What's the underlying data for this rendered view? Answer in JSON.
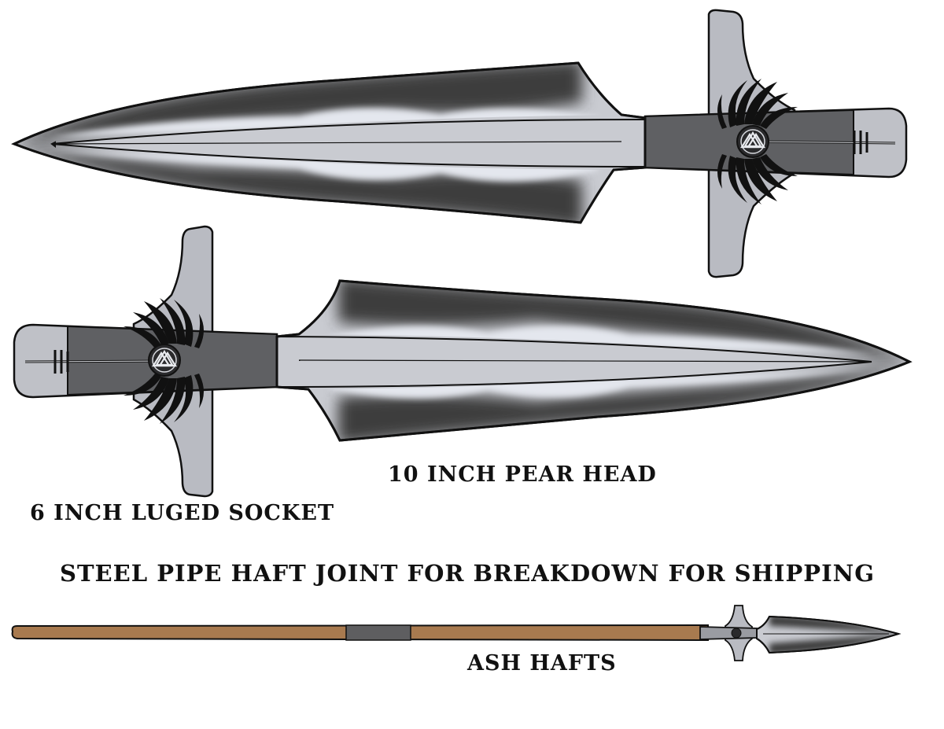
{
  "labels": {
    "pear_head": "10 INCH PEAR HEAD",
    "luged_socket": "6 INCH LUGED SOCKET",
    "haft_joint": "STEEL PIPE HAFT JOINT FOR BREAKDOWN FOR SHIPPING",
    "ash_hafts": "ASH HAFTS"
  },
  "colors": {
    "outline": "#111111",
    "steel_light": "#c9cbd1",
    "steel_pale": "#e4e7ee",
    "steel_dark": "#3c3c3e",
    "socket_band": "#5f6063",
    "lug_steel": "#b9bbc2",
    "ash_wood": "#a87a4f",
    "pipe_joint": "#5e5e60"
  },
  "icons": [
    "valknut-icon",
    "wing-flourish-icon"
  ]
}
